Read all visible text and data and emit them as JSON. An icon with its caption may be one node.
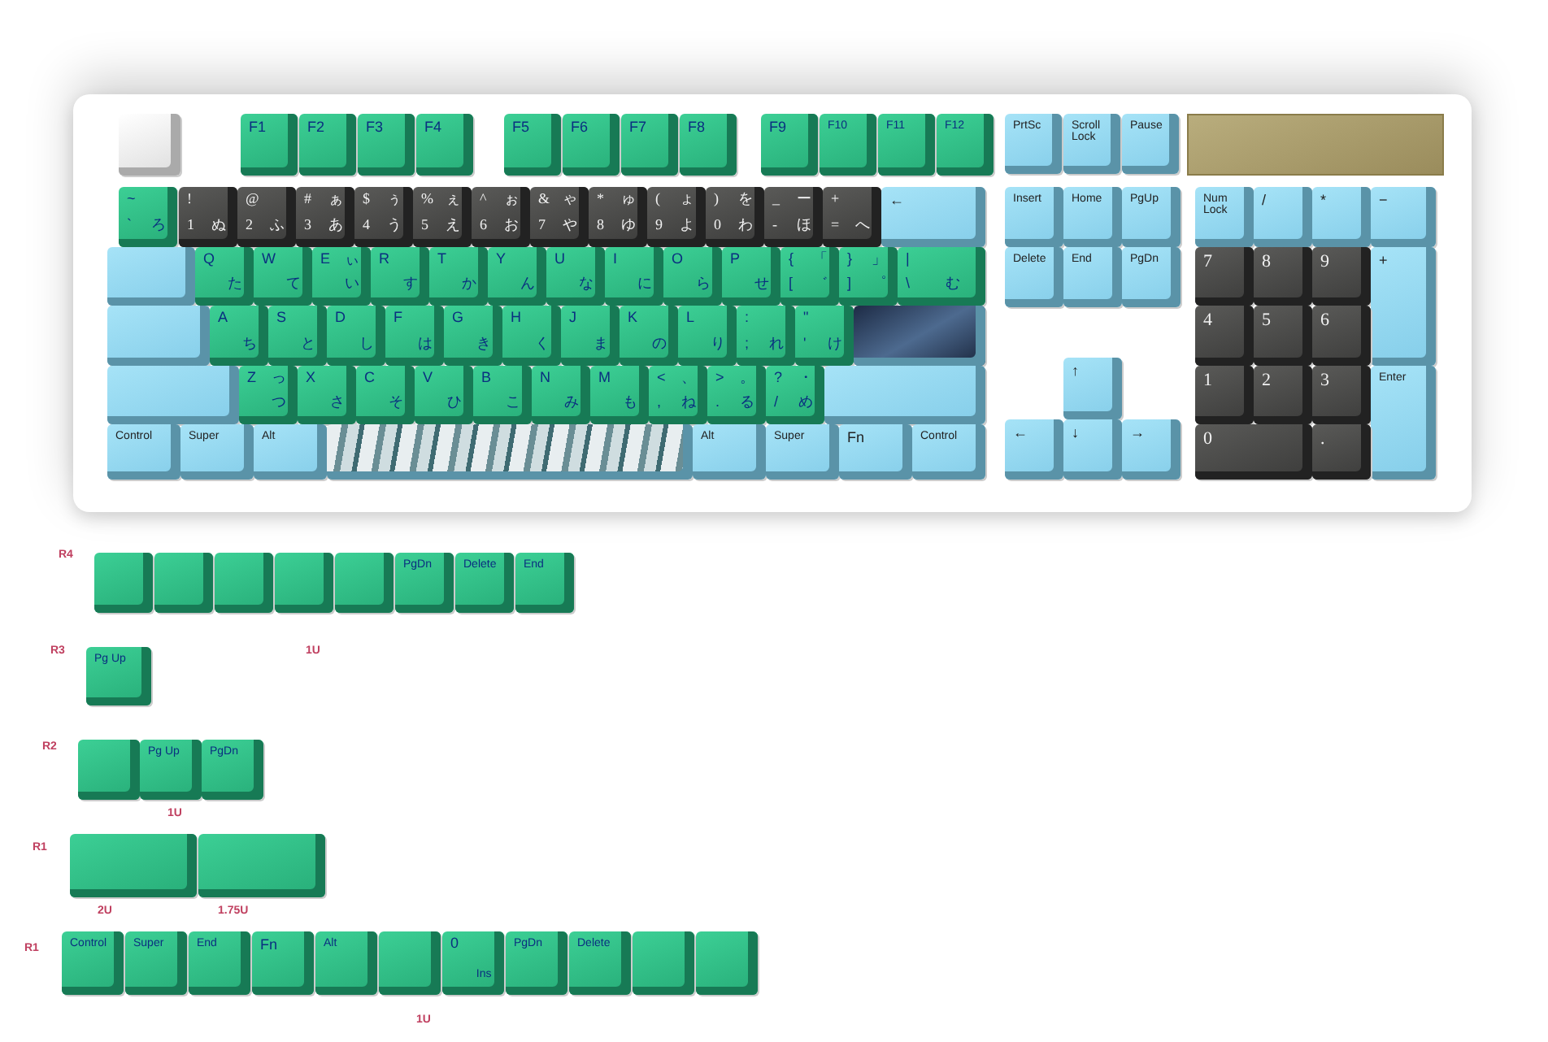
{
  "diagram": {
    "nodes": [
      {
        "text": [],
        "shape": "box"
      },
      {
        "text": [],
        "shape": "box",
        "in": 0
      },
      {
        "text": [
          "F1"
        ],
        "in": 0
      },
      {
        "text": [
          "F2"
        ],
        "in": 0
      },
      {
        "text": [
          "F3"
        ],
        "in": 0
      },
      {
        "text": [
          "F4"
        ],
        "in": 0
      },
      {
        "text": [
          "F5"
        ],
        "in": 0
      },
      {
        "text": [
          "F6"
        ],
        "in": 0
      },
      {
        "text": [
          "F7"
        ],
        "in": 0
      },
      {
        "text": [
          "F8"
        ],
        "in": 0
      },
      {
        "text": [
          "F9"
        ],
        "in": 0
      },
      {
        "text": [
          "F10"
        ],
        "in": 0
      },
      {
        "text": [
          "F11"
        ],
        "in": 0
      },
      {
        "text": [
          "F12"
        ],
        "in": 0
      },
      {
        "text": [
          "PrtSc"
        ],
        "in": 0
      },
      {
        "text": [
          "Scroll Lock"
        ],
        "in": 0
      },
      {
        "text": [
          "Pause"
        ],
        "in": 0
      },
      {
        "text": [],
        "shape": "bar",
        "in": 0
      },
      {
        "text": [
          "~",
          "`",
          "ろ"
        ],
        "in": 0
      },
      {
        "text": [
          "!",
          "1",
          "ぬ"
        ],
        "in": 0
      },
      {
        "text": [
          "@",
          "2",
          "ふ"
        ],
        "in": 0
      },
      {
        "text": [
          "#",
          "ぁ",
          "3",
          "あ"
        ],
        "in": 0
      },
      {
        "text": [
          "$",
          "ぅ",
          "4",
          "う"
        ],
        "in": 0
      },
      {
        "text": [
          "%",
          "ぇ",
          "5",
          "え"
        ],
        "in": 0
      },
      {
        "text": [
          "^",
          "ぉ",
          "6",
          "お"
        ],
        "in": 0
      },
      {
        "text": [
          "&",
          "ゃ",
          "7",
          "や"
        ],
        "in": 0
      },
      {
        "text": [
          "*",
          "ゅ",
          "8",
          "ゆ"
        ],
        "in": 0
      },
      {
        "text": [
          "(",
          "ょ",
          "9",
          "よ"
        ],
        "in": 0
      },
      {
        "text": [
          ")",
          "を",
          "0",
          "わ"
        ],
        "in": 0
      },
      {
        "text": [
          "_",
          "ー",
          "-",
          "ほ"
        ],
        "in": 0
      },
      {
        "text": [
          "+",
          "=",
          "へ"
        ],
        "in": 0
      },
      {
        "text": [
          "←"
        ],
        "in": 0
      },
      {
        "text": [
          "Insert"
        ],
        "in": 0
      },
      {
        "text": [
          "Home"
        ],
        "in": 0
      },
      {
        "text": [
          "PgUp"
        ],
        "in": 0
      },
      {
        "text": [
          "Num Lock"
        ],
        "in": 0
      },
      {
        "text": [
          "/"
        ],
        "in": 0
      },
      {
        "text": [
          "*"
        ],
        "in": 0
      },
      {
        "text": [
          "−"
        ],
        "in": 0
      },
      {
        "text": [],
        "shape": "box",
        "in": 0
      },
      {
        "text": [
          "Q",
          "た"
        ],
        "in": 0
      },
      {
        "text": [
          "W",
          "て"
        ],
        "in": 0
      },
      {
        "text": [
          "E",
          "ぃ",
          "い"
        ],
        "in": 0
      },
      {
        "text": [
          "R",
          "す"
        ],
        "in": 0
      },
      {
        "text": [
          "T",
          "か"
        ],
        "in": 0
      },
      {
        "text": [
          "Y",
          "ん"
        ],
        "in": 0
      },
      {
        "text": [
          "U",
          "な"
        ],
        "in": 0
      },
      {
        "text": [
          "I",
          "に"
        ],
        "in": 0
      },
      {
        "text": [
          "O",
          "ら"
        ],
        "in": 0
      },
      {
        "text": [
          "P",
          "せ"
        ],
        "in": 0
      },
      {
        "text": [
          "{",
          "「",
          "[",
          "゛"
        ],
        "in": 0
      },
      {
        "text": [
          "}",
          "」",
          "]",
          "゜"
        ],
        "in": 0
      },
      {
        "text": [
          "|",
          "\\",
          "む"
        ],
        "in": 0
      },
      {
        "text": [
          "Delete"
        ],
        "in": 0
      },
      {
        "text": [
          "End"
        ],
        "in": 0
      },
      {
        "text": [
          "PgDn"
        ],
        "in": 0
      },
      {
        "text": [
          "7"
        ],
        "in": 0
      },
      {
        "text": [
          "8"
        ],
        "in": 0
      },
      {
        "text": [
          "9"
        ],
        "in": 0
      },
      {
        "text": [
          "+"
        ],
        "in": 0
      },
      {
        "text": [],
        "shape": "box",
        "in": 0
      },
      {
        "text": [
          "A",
          "ち"
        ],
        "in": 0
      },
      {
        "text": [
          "S",
          "と"
        ],
        "in": 0
      },
      {
        "text": [
          "D",
          "し"
        ],
        "in": 0
      },
      {
        "text": [
          "F",
          "は"
        ],
        "in": 0
      },
      {
        "text": [
          "G",
          "き"
        ],
        "in": 0
      },
      {
        "text": [
          "H",
          "く"
        ],
        "in": 0
      },
      {
        "text": [
          "J",
          "ま"
        ],
        "in": 0
      },
      {
        "text": [
          "K",
          "の"
        ],
        "in": 0
      },
      {
        "text": [
          "L",
          "り"
        ],
        "in": 0
      },
      {
        "text": [
          ":",
          ";",
          "れ"
        ],
        "in": 0
      },
      {
        "text": [
          "\"",
          "'",
          "け"
        ],
        "in": 0
      },
      {
        "text": [],
        "shape": "box",
        "in": 0
      },
      {
        "text": [
          "4"
        ],
        "in": 0
      },
      {
        "text": [
          "5"
        ],
        "in": 0
      },
      {
        "text": [
          "6"
        ],
        "in": 0
      },
      {
        "text": [],
        "shape": "box",
        "in": 0
      },
      {
        "text": [
          "Z",
          "っ",
          "つ"
        ],
        "in": 0
      },
      {
        "text": [
          "X",
          "さ"
        ],
        "in": 0
      },
      {
        "text": [
          "C",
          "そ"
        ],
        "in": 0
      },
      {
        "text": [
          "V",
          "ひ"
        ],
        "in": 0
      },
      {
        "text": [
          "B",
          "こ"
        ],
        "in": 0
      },
      {
        "text": [
          "N",
          "み"
        ],
        "in": 0
      },
      {
        "text": [
          "M",
          "も"
        ],
        "in": 0
      },
      {
        "text": [
          "<",
          "、",
          ",",
          "ね"
        ],
        "in": 0
      },
      {
        "text": [
          ">",
          "。",
          ".",
          "る"
        ],
        "in": 0
      },
      {
        "text": [
          "?",
          "・",
          "/",
          "め"
        ],
        "in": 0
      },
      {
        "text": [],
        "shape": "box",
        "in": 0
      },
      {
        "text": [
          "↑"
        ],
        "in": 0
      },
      {
        "text": [
          "1"
        ],
        "in": 0
      },
      {
        "text": [
          "2"
        ],
        "in": 0
      },
      {
        "text": [
          "3"
        ],
        "in": 0
      },
      {
        "text": [
          "Enter"
        ],
        "in": 0
      },
      {
        "text": [
          "Control"
        ],
        "in": 0
      },
      {
        "text": [
          "Super"
        ],
        "in": 0
      },
      {
        "text": [
          "Alt"
        ],
        "in": 0
      },
      {
        "text": [],
        "shape": "box",
        "in": 0
      },
      {
        "text": [
          "Alt"
        ],
        "in": 0
      },
      {
        "text": [
          "Super"
        ],
        "in": 0
      },
      {
        "text": [
          "Fn"
        ],
        "in": 0
      },
      {
        "text": [
          "Control"
        ],
        "in": 0
      },
      {
        "text": [
          "←"
        ],
        "in": 0
      },
      {
        "text": [
          "↓"
        ],
        "in": 0
      },
      {
        "text": [
          "→"
        ],
        "in": 0
      },
      {
        "text": [
          "0"
        ],
        "in": 0
      },
      {
        "text": [
          "."
        ],
        "in": 0
      },
      {
        "text": [],
        "shape": "box"
      },
      {
        "text": [],
        "shape": "box"
      },
      {
        "text": [],
        "shape": "box"
      },
      {
        "text": [],
        "shape": "box"
      },
      {
        "text": [],
        "shape": "box"
      },
      {
        "text": [
          "PgDn"
        ]
      },
      {
        "text": [
          "Delete"
        ]
      },
      {
        "text": [
          "End"
        ]
      },
      {
        "text": [
          "Pg Up"
        ]
      },
      {
        "text": [],
        "shape": "box"
      },
      {
        "text": [
          "Pg Up"
        ]
      },
      {
        "text": [
          "PgDn"
        ]
      },
      {
        "text": [],
        "shape": "box"
      },
      {
        "text": [],
        "shape": "box"
      },
      {
        "text": [
          "Control"
        ]
      },
      {
        "text": [
          "Super"
        ]
      },
      {
        "text": [
          "End"
        ]
      },
      {
        "text": [
          "Fn"
        ]
      },
      {
        "text": [
          "Alt"
        ]
      },
      {
        "text": [],
        "shape": "box"
      },
      {
        "text": [
          "0",
          "Ins"
        ]
      },
      {
        "text": [
          "PgDn"
        ]
      },
      {
        "text": [
          "Delete"
        ]
      },
      {
        "text": [],
        "shape": "box"
      },
      {
        "text": [],
        "shape": "box"
      }
    ],
    "labels": [
      "R4",
      "R3",
      "1U",
      "R2",
      "1U",
      "R1",
      "2U",
      "1.75U",
      "R1",
      "1U"
    ]
  }
}
